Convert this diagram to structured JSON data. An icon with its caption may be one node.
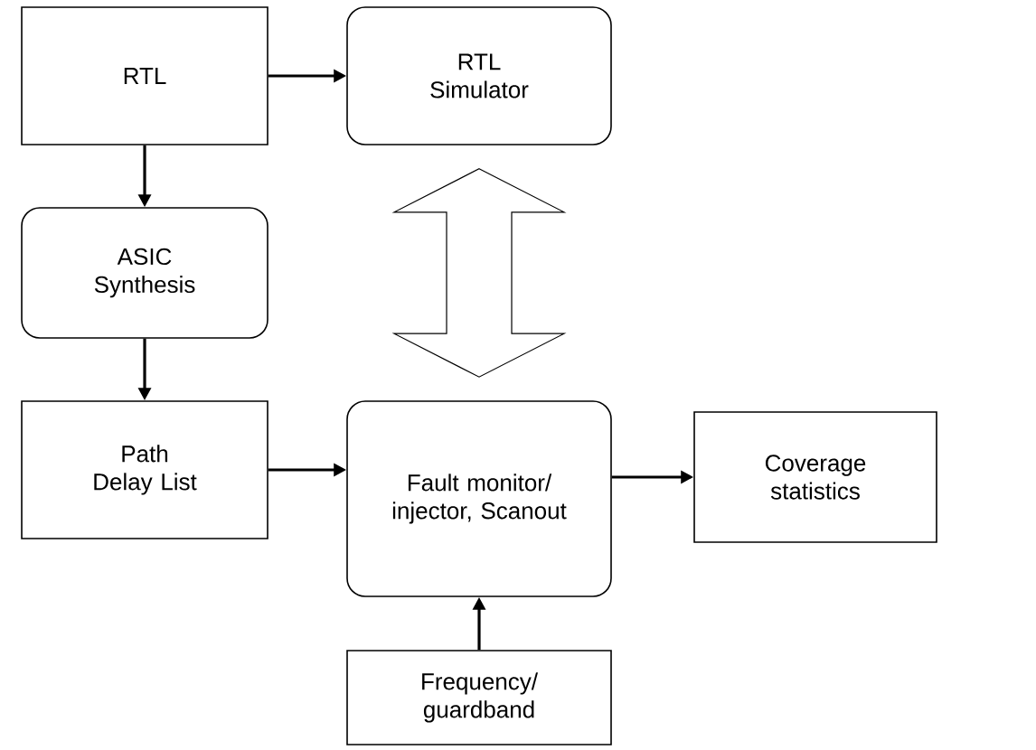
{
  "diagram": {
    "nodes": [
      {
        "text": [
          "RTL"
        ]
      },
      {
        "text": [
          "RTL Simulator"
        ]
      },
      {
        "text": [
          "ASIC Synthesis"
        ]
      },
      {
        "text": [
          "Path Delay List"
        ]
      },
      {
        "text": [
          "Fault monitor/ injector, Scanout"
        ]
      },
      {
        "text": [
          "Coverage statistics"
        ]
      },
      {
        "text": [
          "Frequency/ guardband"
        ]
      }
    ],
    "edges": [
      {
        "from": 0,
        "to": 1,
        "arrow": "to"
      },
      {
        "from": 0,
        "to": 2,
        "arrow": "to"
      },
      {
        "from": 2,
        "to": 3,
        "arrow": "to"
      },
      {
        "from": 3,
        "to": 4,
        "arrow": "to"
      },
      {
        "from": 4,
        "to": 5,
        "arrow": "to"
      },
      {
        "from": 6,
        "to": 4,
        "arrow": "to"
      },
      {
        "from": 1,
        "to": 4,
        "arrow": "both",
        "style": "thick"
      }
    ]
  }
}
